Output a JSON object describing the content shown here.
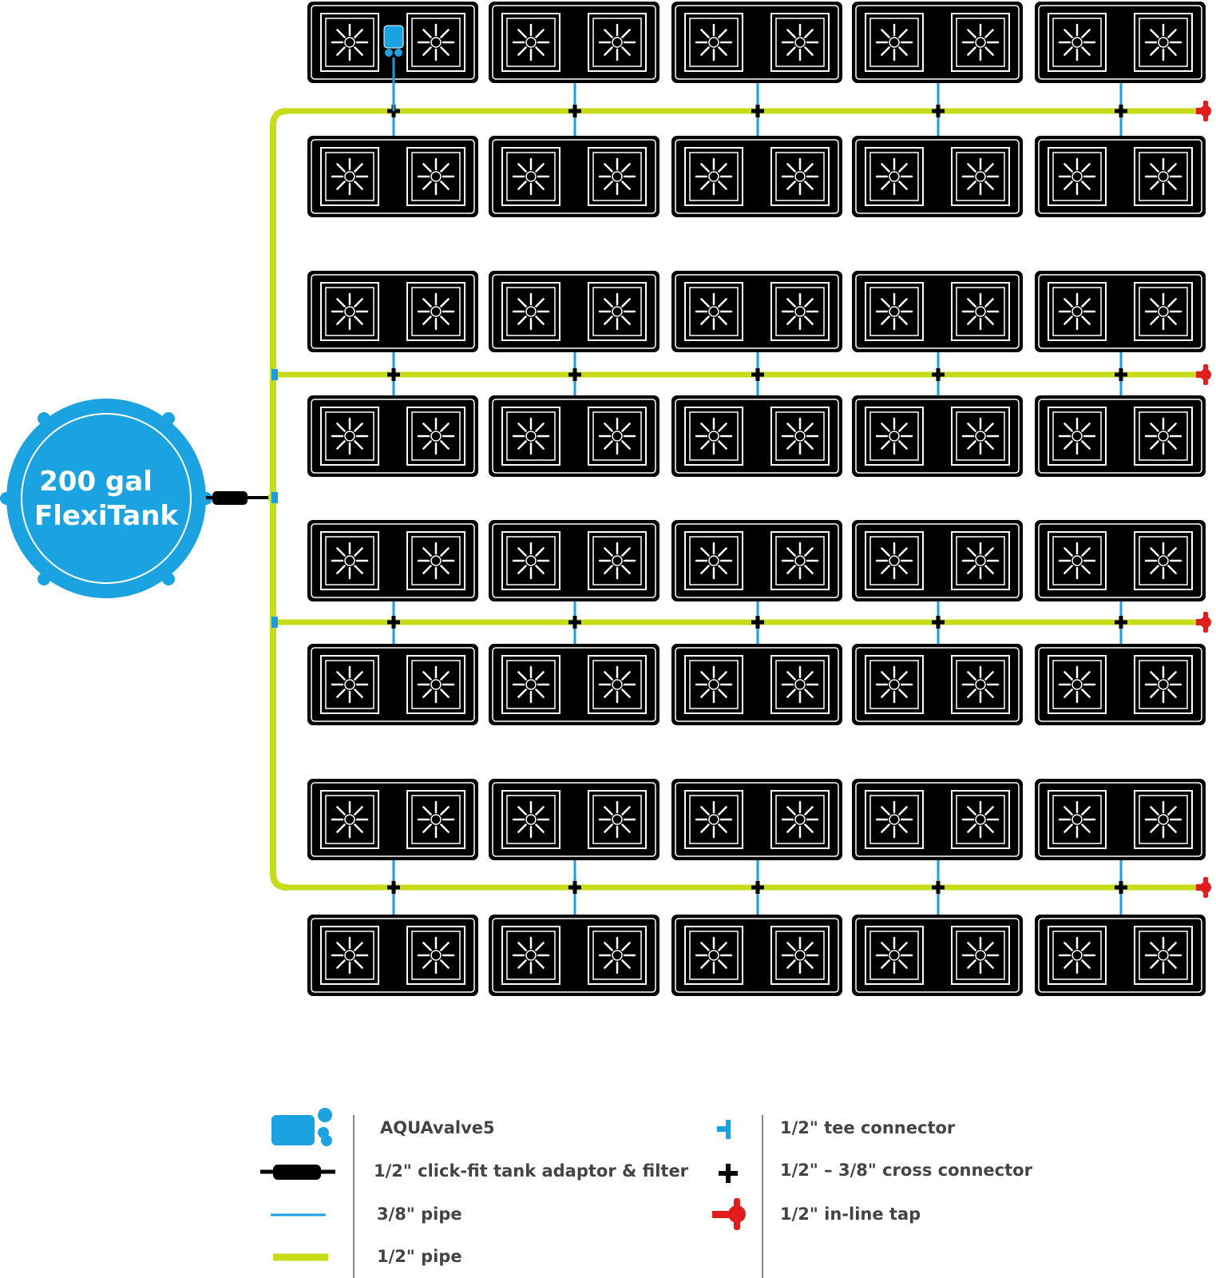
{
  "tank": {
    "line1": "200 gal",
    "line2": "FlexiTank",
    "color": "#1aa3e0"
  },
  "colors": {
    "half_inch_pipe": "#c6dc19",
    "three_eighth_pipe": "#1a9ee0",
    "tap": "#e11d1d",
    "connector": "#000000"
  },
  "layout_info": {
    "feed_rows": 4,
    "columns": 5,
    "pot_rows": 8,
    "pots_per_tray": 2
  },
  "legend": {
    "left": [
      {
        "icon": "aquavalve-icon",
        "label": "AQUAvalve5"
      },
      {
        "icon": "tank-adaptor-filter-icon",
        "label": "1/2\" click-fit tank adaptor & filter"
      },
      {
        "icon": "three-eighth-pipe-icon",
        "label": "3/8\" pipe"
      },
      {
        "icon": "half-inch-pipe-icon",
        "label": "1/2\" pipe"
      }
    ],
    "right": [
      {
        "icon": "tee-connector-icon",
        "label": "1/2\" tee connector"
      },
      {
        "icon": "cross-connector-icon",
        "label": "1/2\" – 3/8\" cross connector"
      },
      {
        "icon": "inline-tap-icon",
        "label": "1/2\" in-line tap"
      }
    ]
  }
}
